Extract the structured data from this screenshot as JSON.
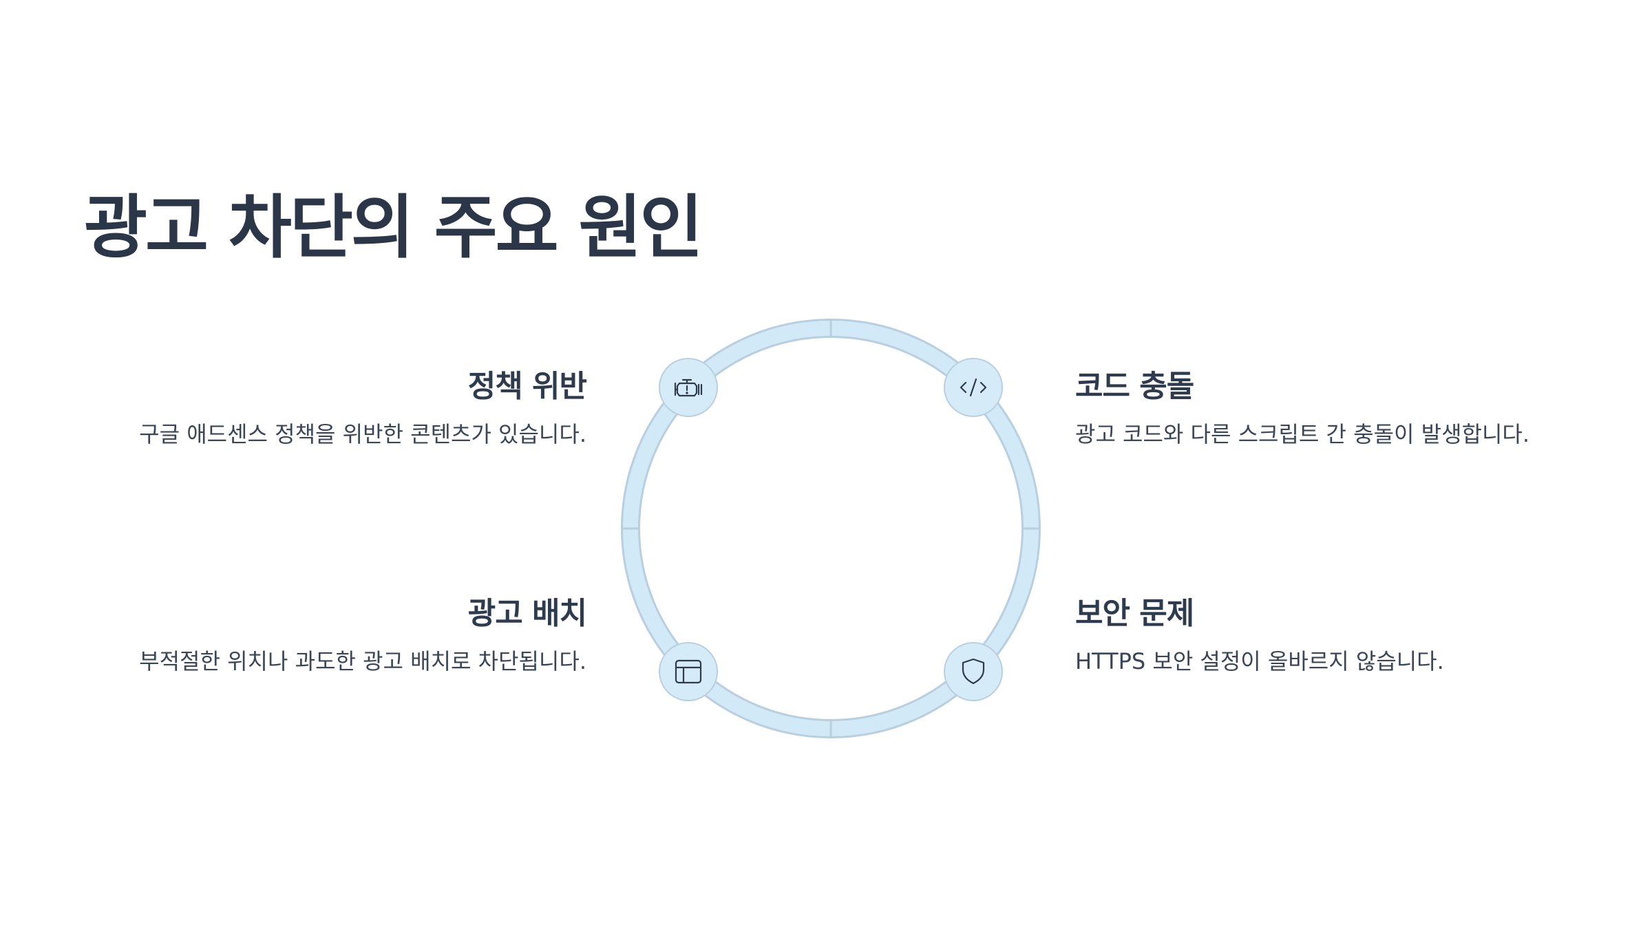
{
  "title": "광고 차단의 주요 원인",
  "colors": {
    "text_dark": "#2b3648",
    "ring_fill": "#d2e9f8",
    "ring_stroke": "#b9cfe0",
    "node_fill": "#d6ebf8",
    "icon_stroke": "#2e3a4d"
  },
  "items": [
    {
      "heading": "정책 위반",
      "description": "구글 애드센스 정책을 위반한 콘텐츠가 있습니다.",
      "icon": "engine-warning-icon"
    },
    {
      "heading": "코드 충돌",
      "description": "광고 코드와 다른 스크립트 간 충돌이 발생합니다.",
      "icon": "code-icon"
    },
    {
      "heading": "광고 배치",
      "description": "부적절한 위치나 과도한 광고 배치로 차단됩니다.",
      "icon": "layout-icon"
    },
    {
      "heading": "보안 문제",
      "description": "HTTPS 보안 설정이 올바르지 않습니다.",
      "icon": "shield-icon"
    }
  ]
}
